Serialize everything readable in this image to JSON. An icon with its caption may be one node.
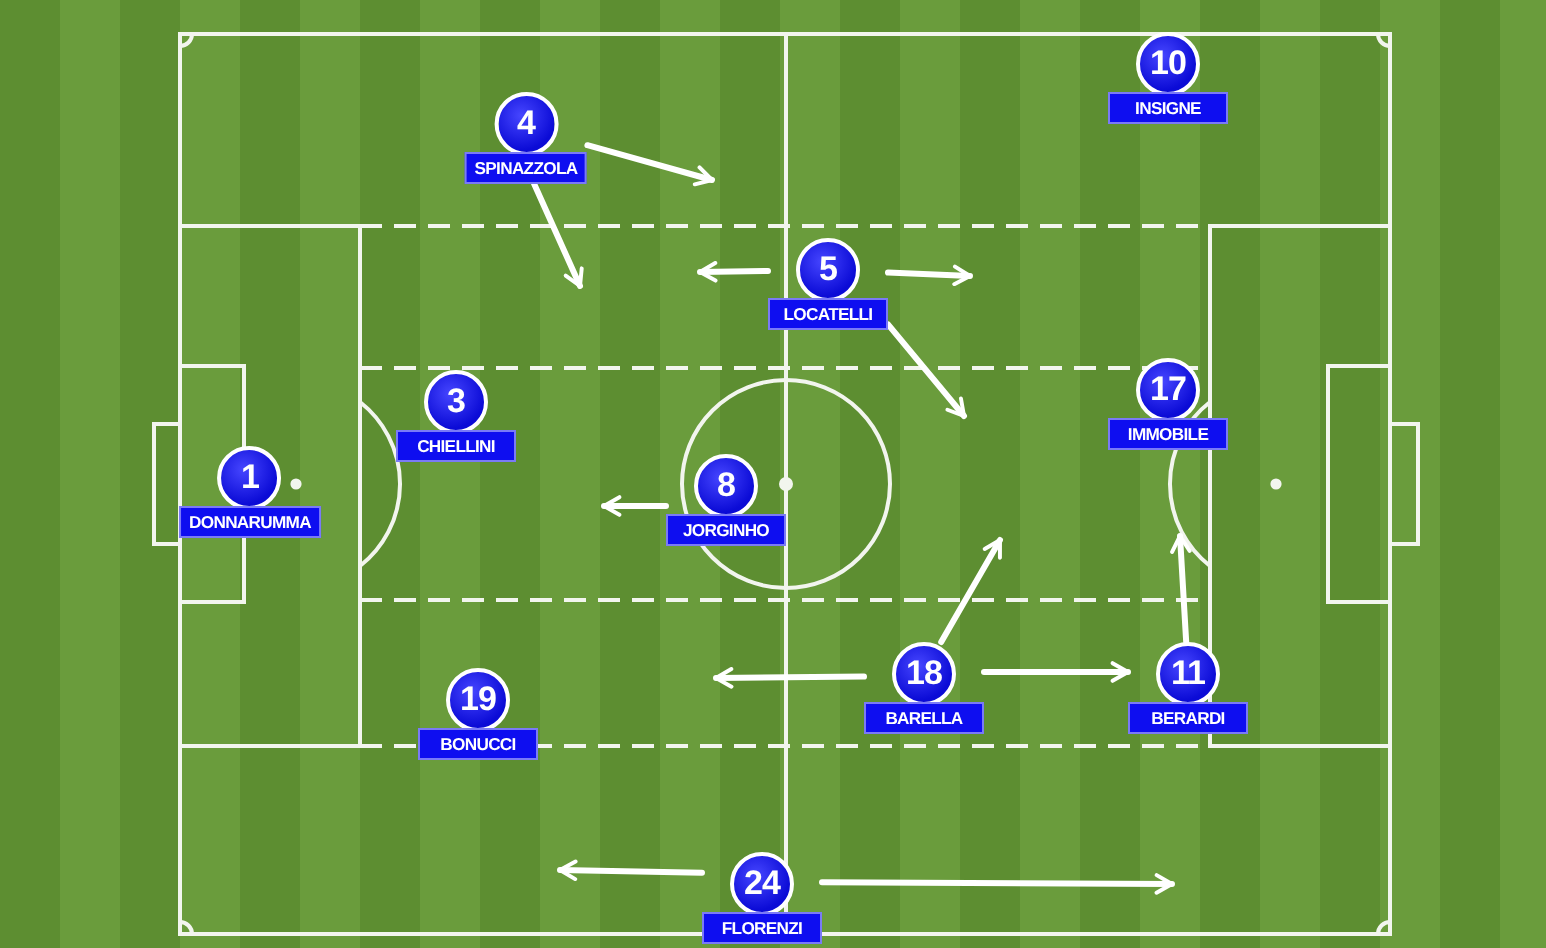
{
  "diagram": {
    "nodes": [
      {
        "text": [
          "4",
          "SPINAZZOLA"
        ]
      },
      {
        "text": [
          "10",
          "INSIGNE"
        ]
      },
      {
        "text": [
          "5",
          "LOCATELLI"
        ]
      },
      {
        "text": [
          "3",
          "CHIELLINI"
        ]
      },
      {
        "text": [
          "17",
          "IMMOBILE"
        ]
      },
      {
        "text": [
          "1",
          "DONNARUMMA"
        ]
      },
      {
        "text": [
          "8",
          "JORGINHO"
        ]
      },
      {
        "text": [
          "19",
          "BONUCCI"
        ]
      },
      {
        "text": [
          "18",
          "BARELLA"
        ]
      },
      {
        "text": [
          "11",
          "BERARDI"
        ]
      },
      {
        "text": [
          "24",
          "FLORENZI"
        ]
      }
    ],
    "edges": [
      {
        "from": 0,
        "to": null,
        "arrow": "to"
      },
      {
        "from": 0,
        "to": null,
        "arrow": "to"
      },
      {
        "from": 2,
        "to": null,
        "arrow": "to"
      },
      {
        "from": 2,
        "to": null,
        "arrow": "to"
      },
      {
        "from": 2,
        "to": null,
        "arrow": "to"
      },
      {
        "from": 6,
        "to": null,
        "arrow": "to"
      },
      {
        "from": 8,
        "to": null,
        "arrow": "to"
      },
      {
        "from": 8,
        "to": 9,
        "arrow": "to"
      },
      {
        "from": 8,
        "to": null,
        "arrow": "to"
      },
      {
        "from": 9,
        "to": null,
        "arrow": "to"
      },
      {
        "from": 10,
        "to": null,
        "arrow": "to"
      },
      {
        "from": 10,
        "to": null,
        "arrow": "to"
      }
    ]
  }
}
